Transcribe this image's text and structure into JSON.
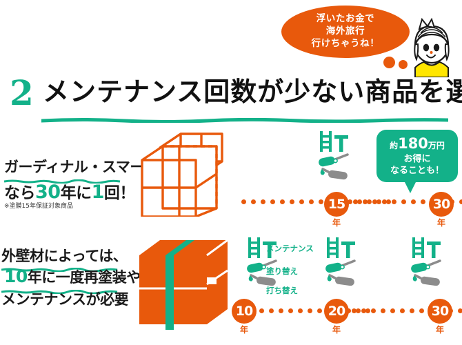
{
  "bubble_orange": {
    "lines": [
      "浮いたお金で",
      "海外旅行",
      "行けちゃうね！"
    ],
    "color": "#e8590c"
  },
  "character": {
    "name": "woman-illustration",
    "shirt_color": "#ffe600"
  },
  "heading": {
    "number": "2",
    "title": "メンテナンス回数が少ない商品を選ぶ！",
    "number_color": "#13b189",
    "underline_color": "#13b189"
  },
  "product_block": {
    "name": "ガーディナル・スマート",
    "frequency_prefix": "なら",
    "frequency_years": "30",
    "frequency_mid": "年に",
    "frequency_count": "1",
    "frequency_suffix": "回！",
    "note": "※塗膜15年保証対象商品"
  },
  "wall_block": {
    "line1": "外壁材によっては、",
    "line2_num": "10",
    "line2_rest": "年に一度再塗装や",
    "line3": "メンテナンスが必要"
  },
  "bubble_green": {
    "line1_prefix": "約",
    "line1_big": "180",
    "line1_suffix": "万円",
    "line2": "お得に",
    "line3": "なることも！",
    "color": "#13b189"
  },
  "legend": {
    "maintenance": "メンテナンス",
    "repaint": "塗り替え",
    "recaulk": "打ち替え"
  },
  "timeline_top": {
    "year_unit": "年",
    "markers": [
      {
        "value": "15",
        "unit": "年"
      },
      {
        "value": "30",
        "unit": "年"
      }
    ],
    "color": "#e8590c"
  },
  "timeline_bottom": {
    "year_unit": "年",
    "markers": [
      {
        "value": "10",
        "unit": "年"
      },
      {
        "value": "20",
        "unit": "年"
      },
      {
        "value": "30",
        "unit": "年"
      }
    ],
    "color": "#e8590c"
  },
  "icons": {
    "scaffold": "scaffold-icon",
    "roller": "paint-roller-icon",
    "caulk": "caulking-gun-icon",
    "box_outline": "wall-panel-outline-icon",
    "box_solid": "wall-panel-solid-icon"
  },
  "colors": {
    "orange": "#e8590c",
    "green": "#13b189",
    "gray": "#8c8c8c",
    "yellow": "#ffe600",
    "black": "#111111"
  }
}
